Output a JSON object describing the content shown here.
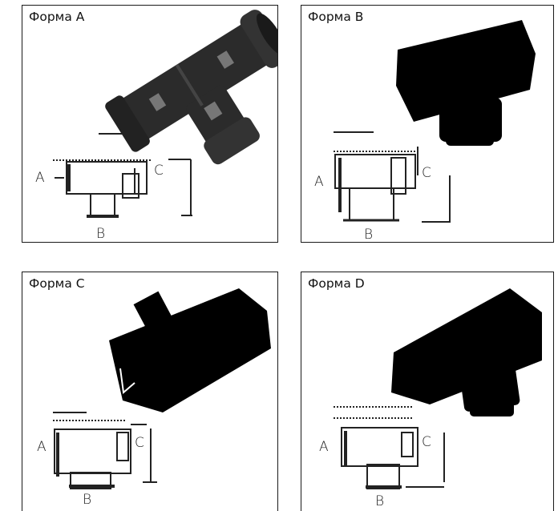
{
  "panels": [
    {
      "title": "Форма A",
      "labels": {
        "a": "A",
        "b": "B",
        "c": "C"
      },
      "photo_style": "dark-gray",
      "product": "t-fitting"
    },
    {
      "title": "Форма B",
      "labels": {
        "a": "A",
        "b": "B",
        "c": "C"
      },
      "photo_style": "black-silhouette",
      "product": "t-fitting"
    },
    {
      "title": "Форма C",
      "labels": {
        "a": "A",
        "b": "B",
        "c": "C"
      },
      "photo_style": "black-silhouette",
      "product": "straight-connector"
    },
    {
      "title": "Форма D",
      "labels": {
        "a": "A",
        "b": "B",
        "c": "C"
      },
      "photo_style": "black-silhouette",
      "product": "t-fitting"
    }
  ],
  "colors": {
    "border": "#1a1a1a",
    "photo_gray": "#2b2b2b",
    "silhouette": "#000000",
    "drawing": "#222222"
  }
}
